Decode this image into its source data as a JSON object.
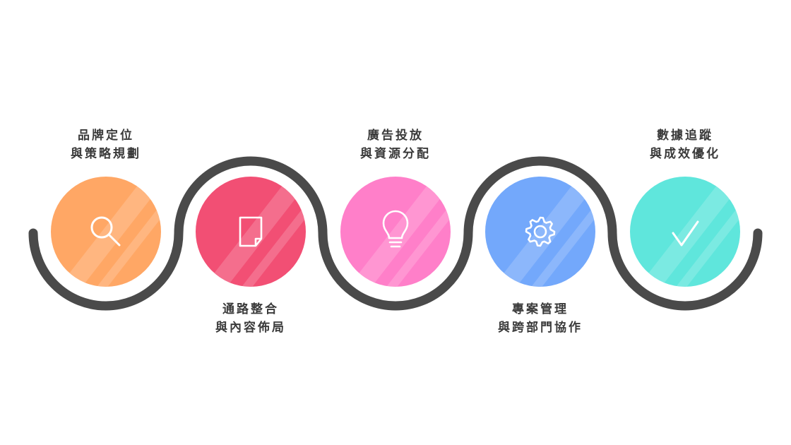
{
  "steps": [
    {
      "line1": "品牌定位",
      "line2": "與策略規劃",
      "color": "#ffa765",
      "icon": "search-icon"
    },
    {
      "line1": "通路整合",
      "line2": "與內容佈局",
      "color": "#f24f74",
      "icon": "document-icon"
    },
    {
      "line1": "廣告投放",
      "line2": "與資源分配",
      "color": "#ff7fc9",
      "icon": "lightbulb-icon"
    },
    {
      "line1": "專案管理",
      "line2": "與跨部門協作",
      "color": "#73a8fb",
      "icon": "gear-icon"
    },
    {
      "line1": "數據追蹤",
      "line2": "與成效優化",
      "color": "#5fe6dc",
      "icon": "check-icon"
    }
  ],
  "wave_color": "#4a4a4a"
}
